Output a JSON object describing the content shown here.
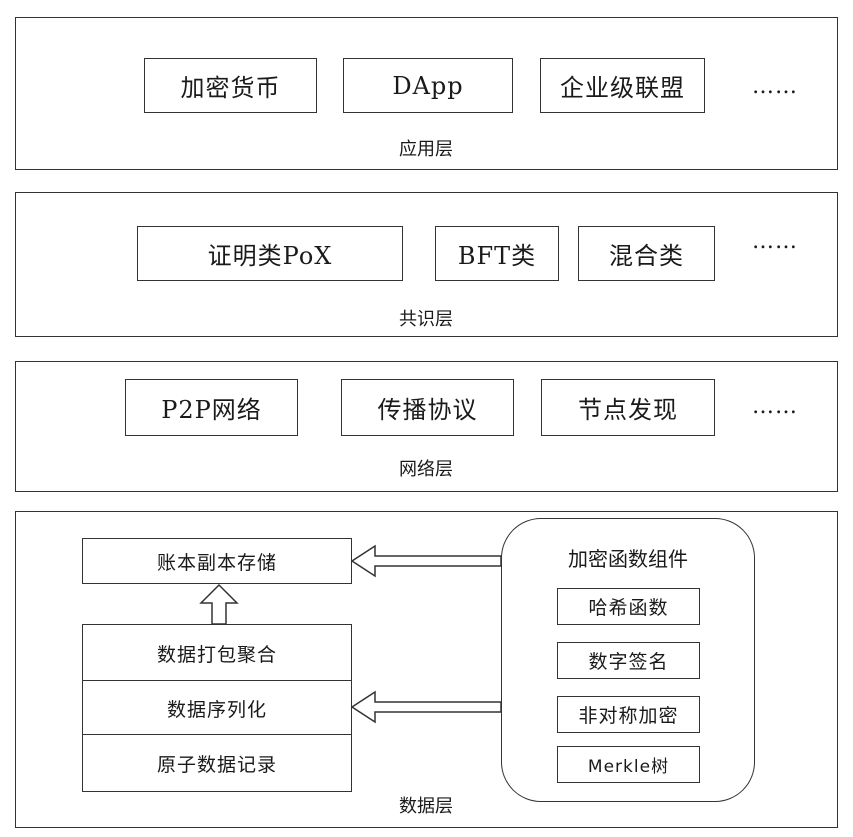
{
  "layers": {
    "application": {
      "label": "应用层",
      "items": [
        "加密货币",
        "DApp",
        "企业级联盟"
      ],
      "more": "……"
    },
    "consensus": {
      "label": "共识层",
      "items": [
        "证明类PoX",
        "BFT类",
        "混合类"
      ],
      "more": "……"
    },
    "network": {
      "label": "网络层",
      "items": [
        "P2P网络",
        "传播协议",
        "节点发现"
      ],
      "more": "……"
    },
    "data": {
      "label": "数据层",
      "ledger": "账本副本存储",
      "stack": [
        "数据打包聚合",
        "数据序列化",
        "原子数据记录"
      ],
      "crypto": {
        "title": "加密函数组件",
        "items": [
          "哈希函数",
          "数字签名",
          "非对称加密",
          "Merkle树"
        ]
      }
    }
  }
}
